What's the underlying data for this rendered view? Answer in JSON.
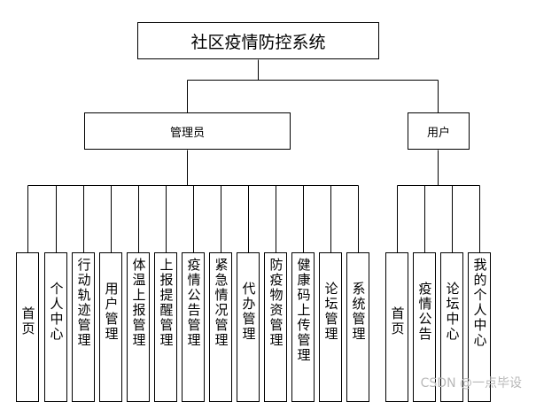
{
  "root": {
    "label": "社区疫情防控系统"
  },
  "roles": [
    {
      "label": "管理员",
      "modules": [
        "首页",
        "个人中心",
        "行动轨迹管理",
        "用户管理",
        "体温上报管理",
        "上报提醒管理",
        "疫情公告管理",
        "紧急情况管理",
        "代办管理",
        "防疫物资管理",
        "健康码上传管理",
        "论坛管理",
        "系统管理"
      ]
    },
    {
      "label": "用户",
      "modules": [
        "首页",
        "疫情公告",
        "论坛中心",
        "我的个人中心"
      ]
    }
  ],
  "watermark": "CSDN @一点毕设"
}
